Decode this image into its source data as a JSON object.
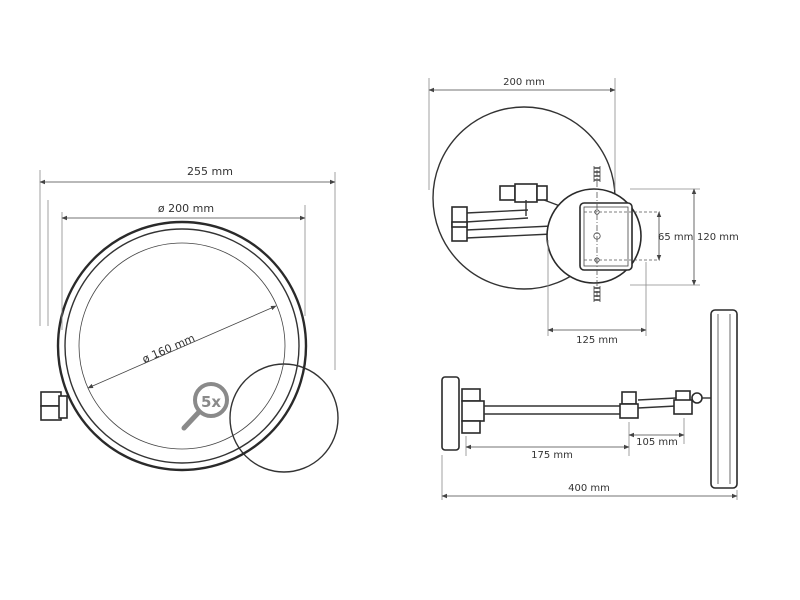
{
  "front_view": {
    "overall_width": "255 mm",
    "mirror_outer_diameter": "ø 200 mm",
    "mirror_glass_diameter": "ø 160 mm",
    "magnification_badge": "5x"
  },
  "top_view": {
    "mirror_width": "200 mm",
    "base_height": "120 mm",
    "mount_hole_spacing": "65 mm",
    "base_depth": "125 mm"
  },
  "side_view": {
    "arm_segment_long": "175 mm",
    "arm_segment_short": "105 mm",
    "total_reach": "400 mm"
  }
}
